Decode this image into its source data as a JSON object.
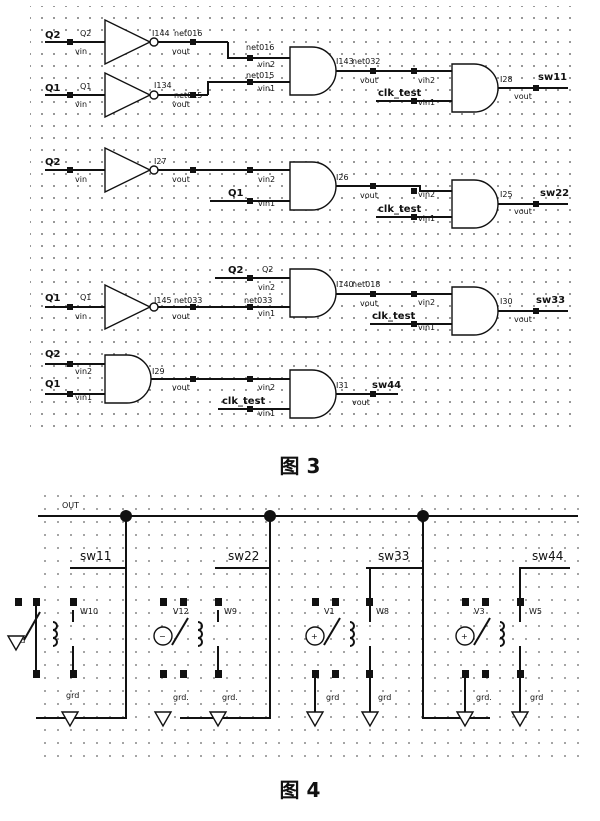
{
  "figure3": {
    "caption": "图 3",
    "rows": [
      {
        "inputs": [
          "Q2",
          "Q1"
        ],
        "pin_names": [
          "Q2",
          "Q1"
        ],
        "inverters": [
          "I144",
          "I134"
        ],
        "nets": [
          "net016",
          "net015"
        ],
        "and1": "I143",
        "and1_out": "net032",
        "and2": "I28",
        "clk": "clk_test",
        "output": "sw11"
      },
      {
        "input": "Q2",
        "inverter": "I27",
        "second_input": "Q1",
        "and1": "I26",
        "and2": "I25",
        "clk": "clk_test",
        "output": "sw22"
      },
      {
        "input_a": "Q2",
        "input_a_pin": "Q2",
        "input_b": "Q1",
        "input_b_pin": "Q1",
        "inverter": "I145",
        "net": "net033",
        "and1": "I140",
        "and1_out": "net018",
        "and2": "I30",
        "clk": "clk_test",
        "output": "sw33"
      },
      {
        "inputs": [
          "Q2",
          "Q1"
        ],
        "and1": "I29",
        "and2": "I31",
        "clk": "clk_test",
        "output": "sw44"
      }
    ],
    "pins": {
      "vin": "vin",
      "vout": "vout",
      "vin1": "vin1",
      "vin2": "vin2"
    }
  },
  "figure4": {
    "caption": "图 4",
    "bus_label": "OUT",
    "switches": [
      {
        "label": "sw11",
        "source": "",
        "switch": "W10",
        "gnd": "grd"
      },
      {
        "label": "sw22",
        "source": "V12",
        "switch": "W9",
        "gnd": "grd."
      },
      {
        "label": "sw33",
        "source": "V1",
        "switch": "W8",
        "gnd": "grd"
      },
      {
        "label": "sw44",
        "source": "V3",
        "switch": "W5",
        "gnd": "grd."
      }
    ],
    "ground_label": "grd",
    "ground_label_alt": "grd."
  }
}
